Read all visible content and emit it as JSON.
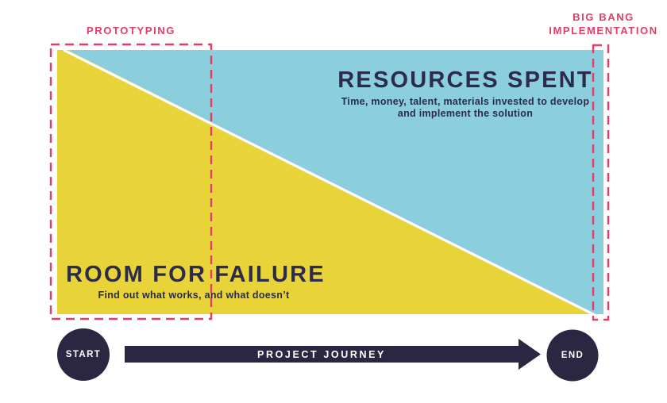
{
  "colors": {
    "yellow": "#e8d339",
    "blue": "#8bcedd",
    "navy": "#2b2642",
    "navy_text": "#2d2b4c",
    "pink": "#e23e66",
    "white": "#ffffff"
  },
  "annotations": {
    "prototyping": "PROTOTYPING",
    "big_bang_line1": "BIG BANG",
    "big_bang_line2": "IMPLEMENTATION"
  },
  "regions": {
    "resources": {
      "title": "RESOURCES SPENT",
      "subtitle_line1": "Time, money, talent, materials invested to develop",
      "subtitle_line2": "and implement the solution"
    },
    "room": {
      "title": "ROOM FOR FAILURE",
      "subtitle": "Find out what works, and what doesn’t"
    }
  },
  "journey": {
    "start_label": "START",
    "end_label": "END",
    "arrow_label": "PROJECT JOURNEY"
  }
}
